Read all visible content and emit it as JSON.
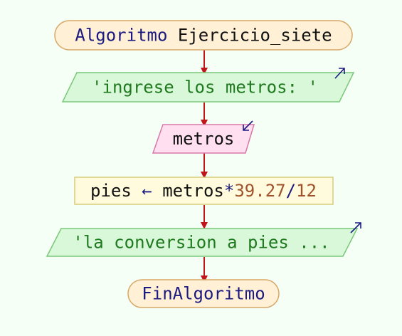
{
  "colors": {
    "background": "#f5fff6",
    "arrow": "#c0161a",
    "keyword": "#1a1a80",
    "text": "#111111",
    "string": "#1f7a1f",
    "number": "#a0522d",
    "terminal_fill": "#fff0d6",
    "terminal_stroke": "#d8a868",
    "output_fill": "#d9f7d9",
    "output_stroke": "#78c878",
    "input_fill": "#ffdff0",
    "input_stroke": "#d878a8",
    "process_fill": "#fffbdc",
    "process_stroke": "#d8cc78"
  },
  "flowchart": {
    "start": {
      "keyword": "Algoritmo",
      "name": "Ejercicio_siete"
    },
    "output1": {
      "text": "'ingrese los metros: '",
      "icon": "output-arrow-icon"
    },
    "input": {
      "text": "metros",
      "icon": "input-arrow-icon"
    },
    "assign": {
      "target": "pies",
      "arrow": "←",
      "expr_var": "metros",
      "op_mul": "*",
      "num1": "39.27",
      "op_div": "/",
      "num2": "12"
    },
    "output2": {
      "text": "'la conversion a pies ...",
      "icon": "output-arrow-icon"
    },
    "end": {
      "keyword": "FinAlgoritmo"
    }
  }
}
